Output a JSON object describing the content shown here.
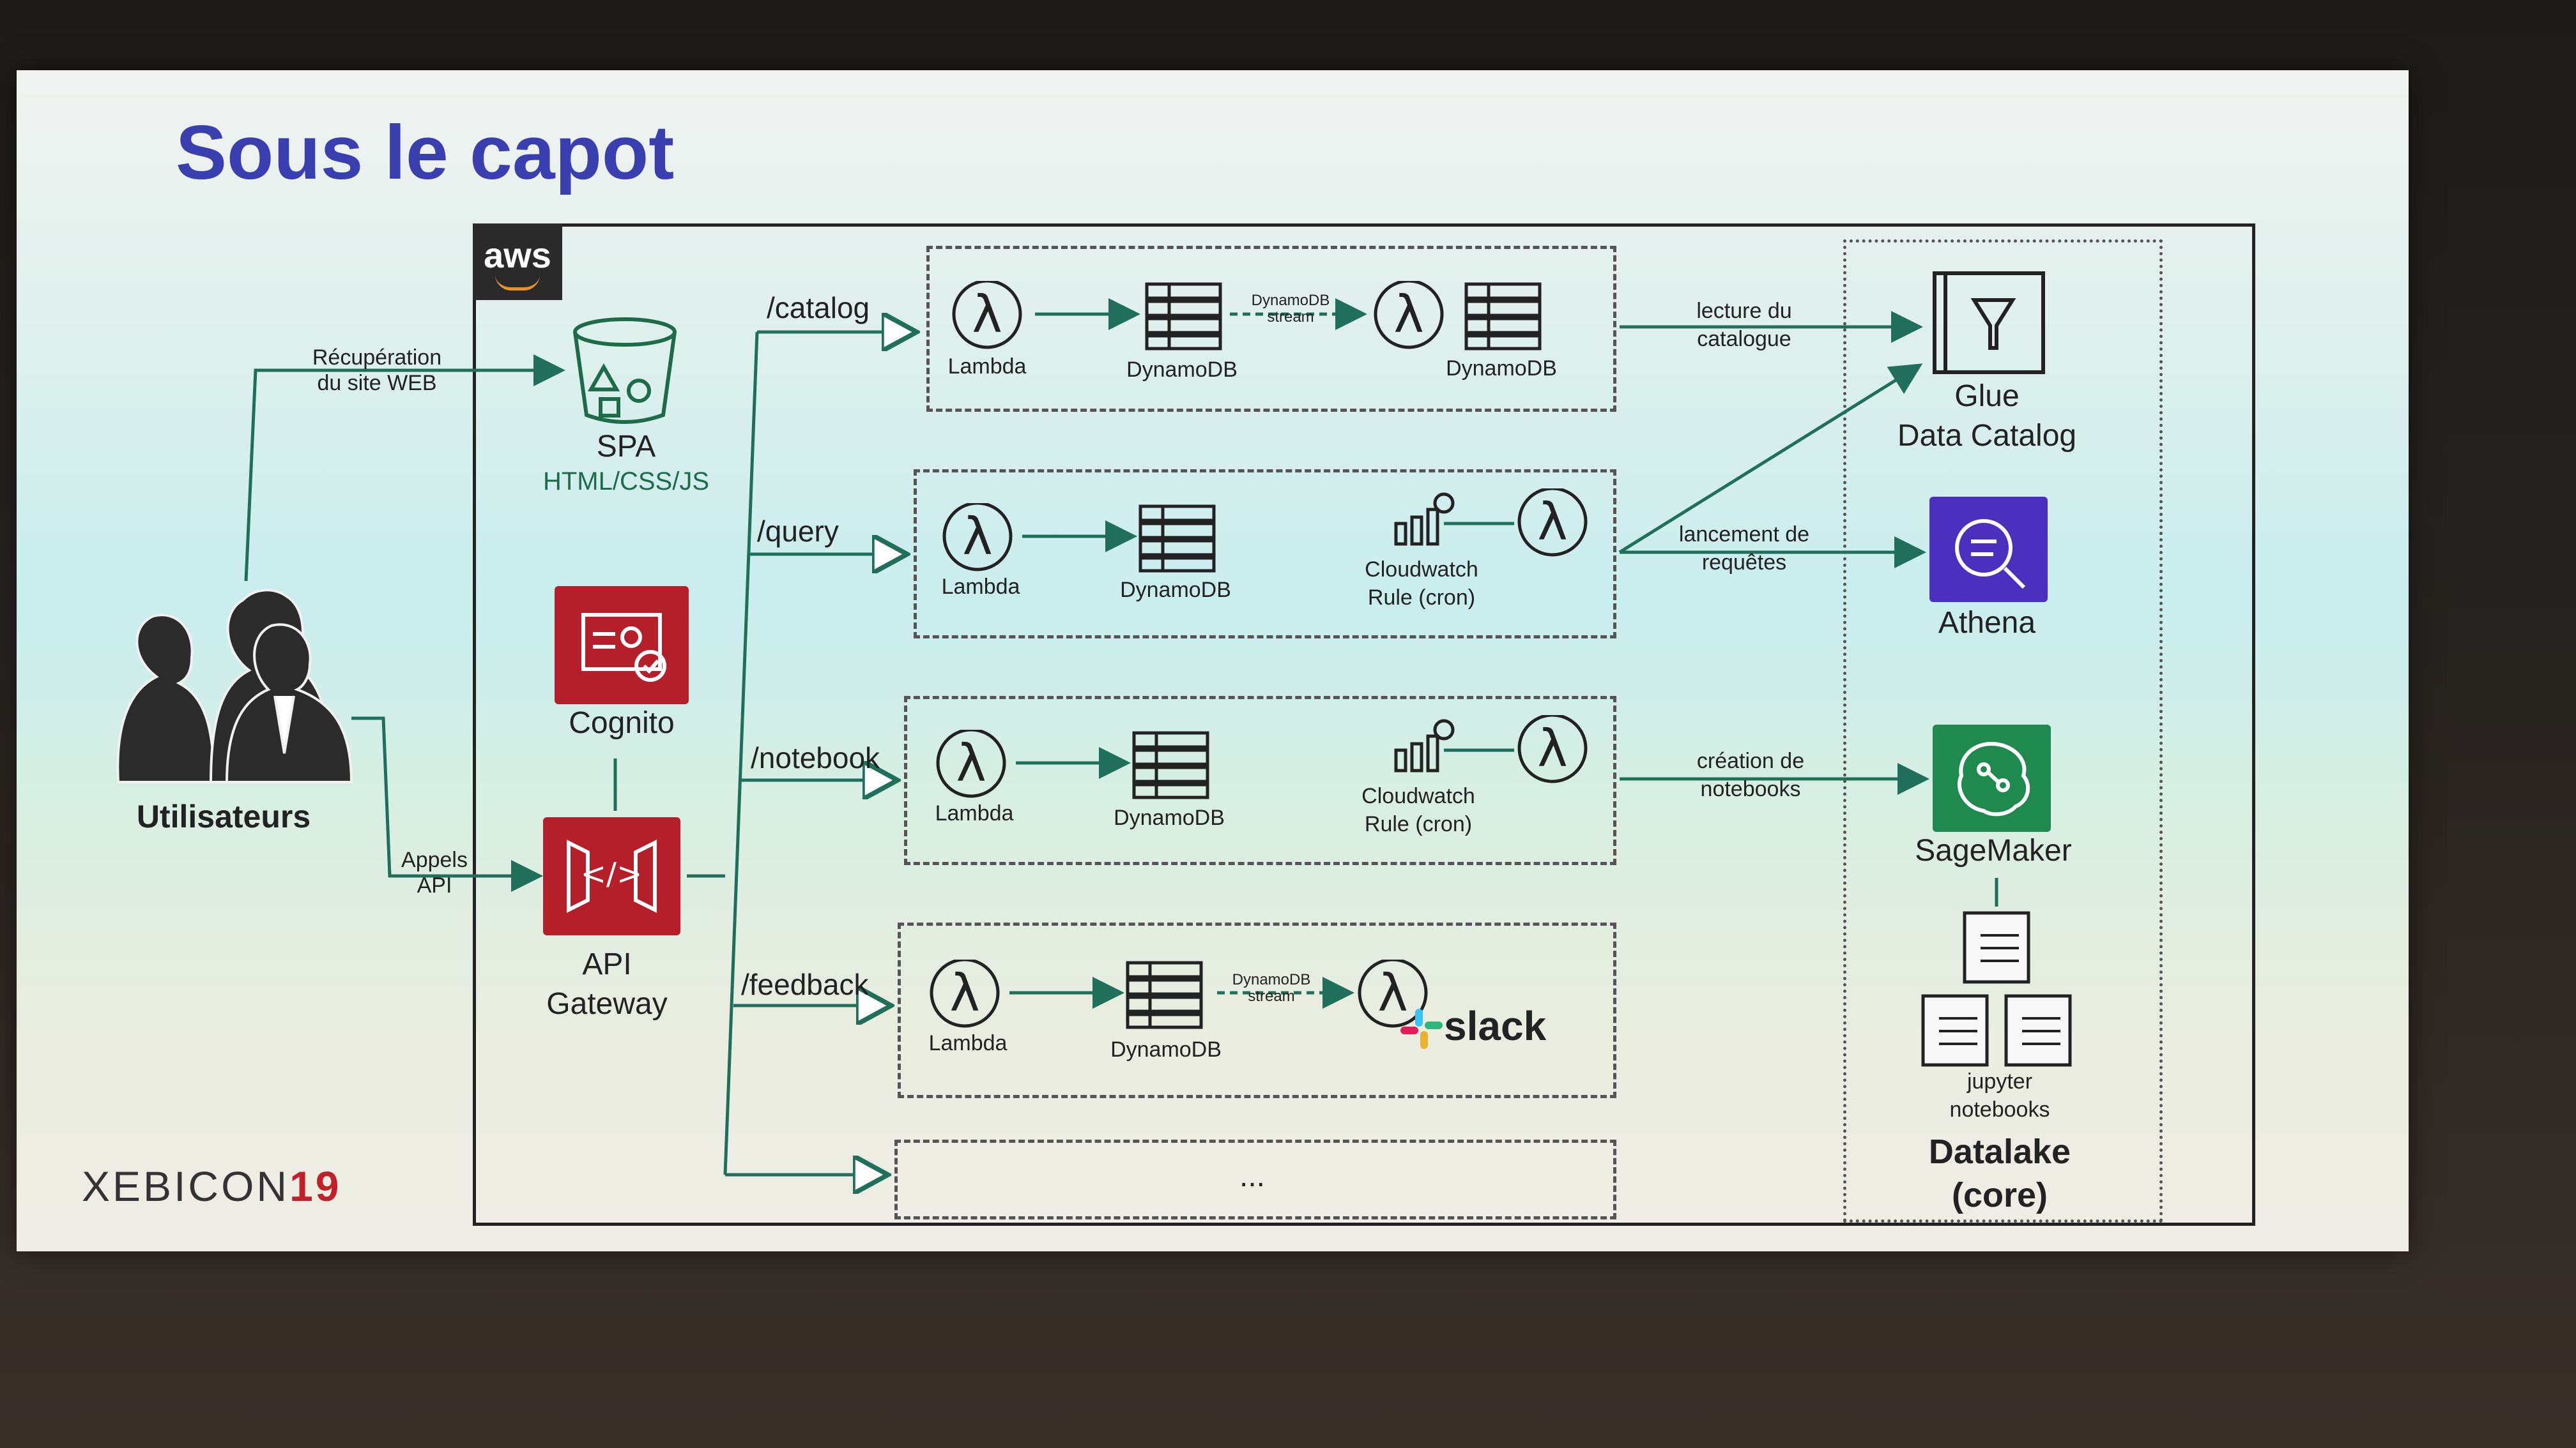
{
  "slide": {
    "title": "Sous le capot",
    "footer_brand": "XEBICON",
    "footer_year": "19",
    "aws_badge": "aws"
  },
  "users": {
    "label": "Utilisateurs"
  },
  "edges": {
    "web": "Récupération\ndu site WEB",
    "api": "Appels\nAPI",
    "catalog_read": "lecture du\ncatalogue",
    "queries": "lancement de\nrequêtes",
    "notebooks": "création de\nnotebooks"
  },
  "services": {
    "spa": "SPA",
    "spa_sub": "HTML/CSS/JS",
    "cognito": "Cognito",
    "api_gateway": "API\nGateway"
  },
  "routes": [
    "/catalog",
    "/query",
    "/notebook",
    "/feedback"
  ],
  "lanes": {
    "catalog": {
      "lambda": "Lambda",
      "db1": "DynamoDB",
      "stream": "DynamoDB\nstream",
      "db2": "DynamoDB"
    },
    "query": {
      "lambda": "Lambda",
      "db": "DynamoDB",
      "cw": "Cloudwatch\nRule (cron)"
    },
    "notebook": {
      "lambda": "Lambda",
      "db": "DynamoDB",
      "cw": "Cloudwatch\nRule (cron)"
    },
    "feedback": {
      "lambda": "Lambda",
      "db": "DynamoDB",
      "stream": "DynamoDB\nstream",
      "slack": "slack"
    },
    "more": "..."
  },
  "datalake": {
    "glue": "Glue\nData Catalog",
    "athena": "Athena",
    "sagemaker": "SageMaker",
    "jupyter": "jupyter\nnotebooks",
    "title": "Datalake\n(core)"
  },
  "colors": {
    "title": "#3a3fb0",
    "cognito": "#b51f2a",
    "api_gateway": "#b51f2a",
    "athena": "#4b2fbf",
    "sagemaker": "#1e8a4e",
    "connector": "#1f6f5a"
  }
}
